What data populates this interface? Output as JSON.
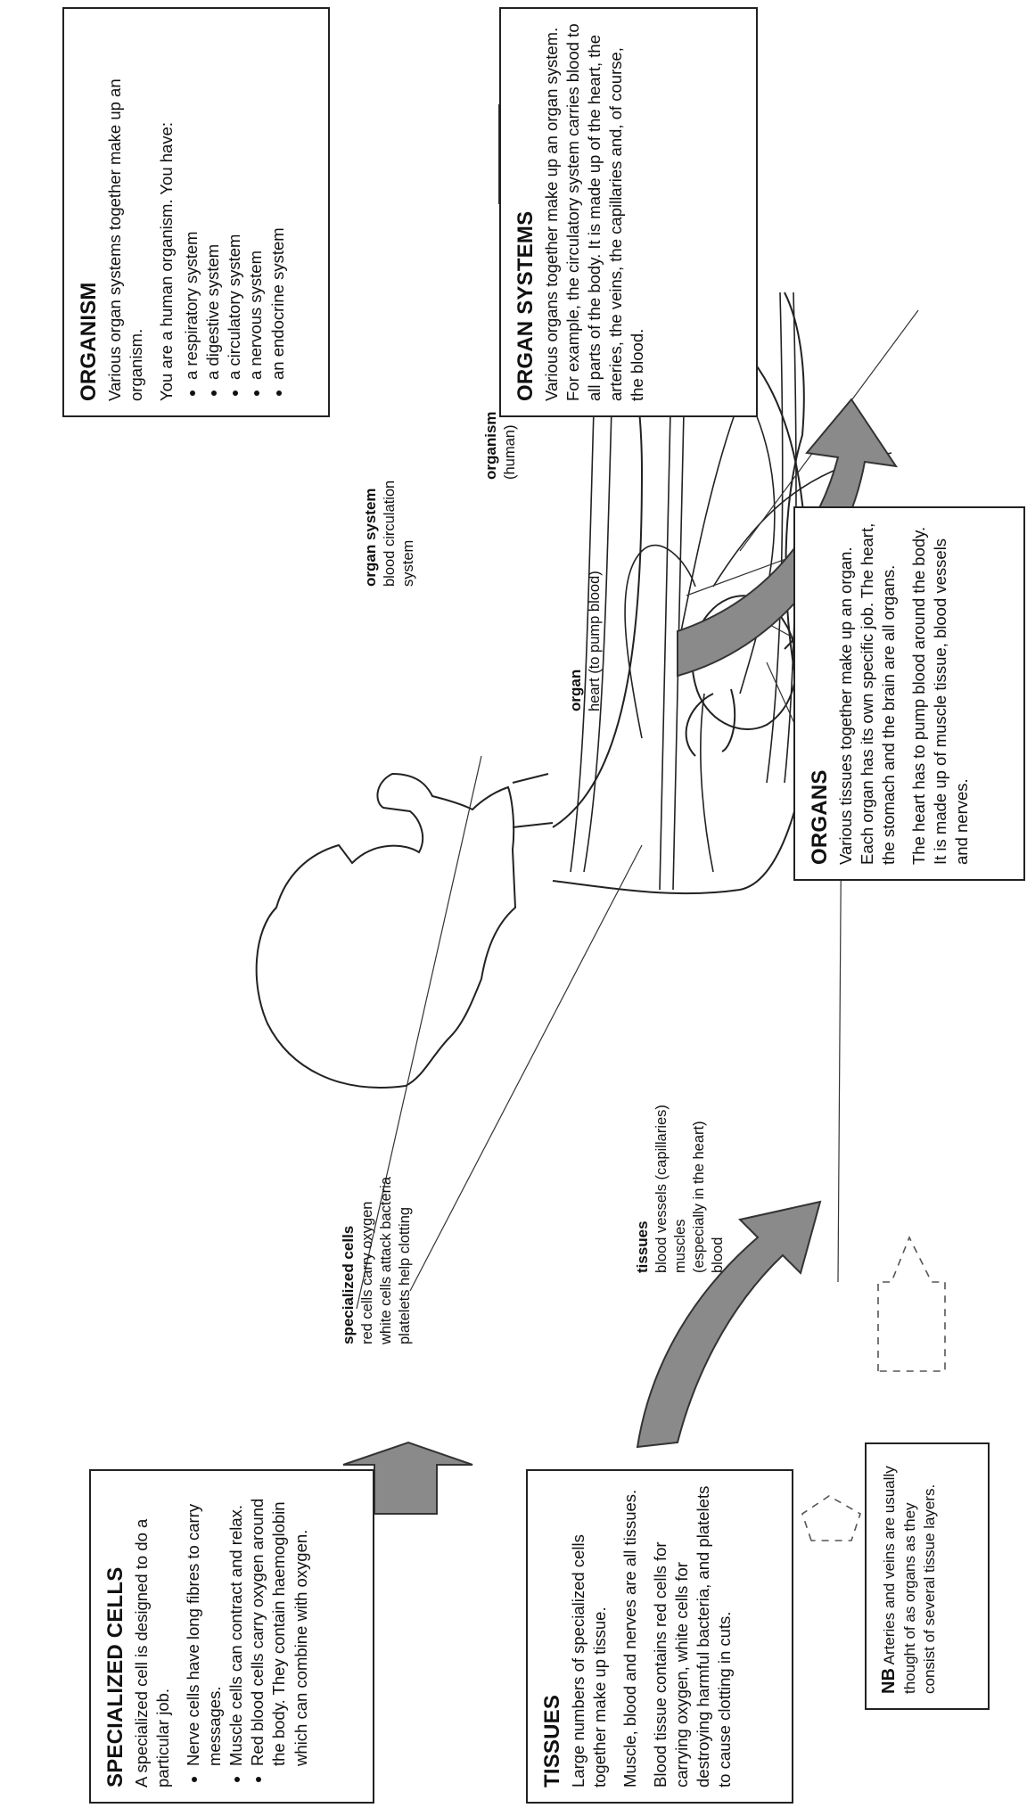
{
  "specialized_cells": {
    "title": "SPECIALIZED CELLS",
    "intro": "A specialized cell is designed to do a particular job.",
    "bullets": [
      "Nerve cells have long fibres to carry messages.",
      "Muscle cells can contract and relax.",
      "Red blood cells carry oxygen around the body. They contain haemoglobin which can combine with oxygen."
    ]
  },
  "tissues": {
    "title": "TISSUES",
    "p1": "Large numbers of specialized cells together make up tissue.",
    "p2": "Muscle, blood and nerves are all tissues.",
    "p3": "Blood tissue contains red cells for carrying oxygen, white cells for destroying harmful bacteria, and platelets to cause clotting in cuts."
  },
  "nb": {
    "label": "NB",
    "text": "Arteries and veins are usually thought of as organs as they consist of several tissue layers."
  },
  "organs": {
    "title": "ORGANS",
    "p1": "Various tissues together make up an organ. Each organ has its own specific job. The heart, the stomach and the brain are all organs.",
    "p2": "The heart has to pump blood around the body. It is made up of muscle tissue, blood vessels and nerves."
  },
  "organ_systems": {
    "title": "ORGAN SYSTEMS",
    "text": "Various organs together make up an organ system. For example, the circulatory system carries blood to all parts of the body. It is made up of the heart, the arteries, the veins, the capillaries and, of course, the blood."
  },
  "organism": {
    "title": "ORGANISM",
    "intro": "Various organ systems together make up an organism.",
    "p2": "You are a human organism. You have:",
    "bullets": [
      "a respiratory system",
      "a digestive system",
      "a circulatory system",
      "a nervous system",
      "an endocrine system"
    ]
  },
  "labels": {
    "organism": {
      "title": "organism",
      "lines": [
        "(human)"
      ]
    },
    "organ_system": {
      "title": "organ system",
      "lines": [
        "blood circulation",
        "system"
      ]
    },
    "organ": {
      "title": "organ",
      "lines": [
        "heart (to pump blood)"
      ]
    },
    "specialized_cells": {
      "title": "specialized cells",
      "lines": [
        "red cells carry oxygen",
        "white cells attack bacteria",
        "platelets help clotting"
      ]
    },
    "tissues": {
      "title": "tissues",
      "lines": [
        "blood vessels (capillaries)",
        "muscles",
        "(especially in the heart)",
        "blood"
      ]
    }
  }
}
